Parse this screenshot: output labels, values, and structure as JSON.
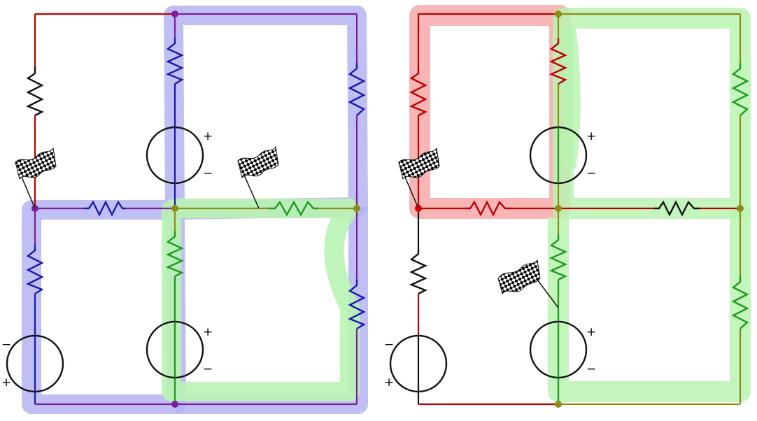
{
  "colors": {
    "red": "#bb0000",
    "purple": "#7e1e9c",
    "blue": "#1a1aaa",
    "green": "#1f9a1f",
    "olive": "#8d8d16",
    "black": "#111111",
    "highlight_blue": "#b4b4f2",
    "highlight_green": "#b8f3b2",
    "highlight_red": "#f7a8a8"
  },
  "signs": {
    "plus": "+",
    "minus": "−"
  },
  "diagrams": [
    {
      "name": "left-circuit",
      "highlighted_loops": [
        "blue",
        "green"
      ],
      "flags_at_nodes": 2
    },
    {
      "name": "right-circuit",
      "highlighted_loops": [
        "red",
        "green"
      ],
      "flags_at_nodes": 2
    }
  ]
}
